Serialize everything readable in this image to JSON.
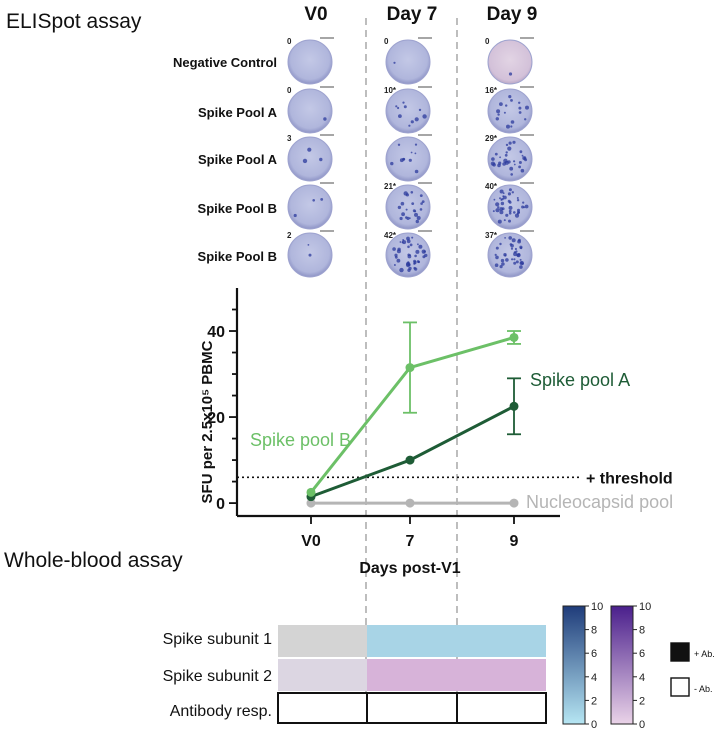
{
  "elispot": {
    "title": "ELISpot assay",
    "columns": [
      "V0",
      "Day 7",
      "Day 9"
    ],
    "rows": [
      {
        "label": "Negative Control",
        "counts": [
          "0",
          "0",
          "0"
        ]
      },
      {
        "label": "Spike Pool A",
        "counts": [
          "0",
          "10*",
          "16*"
        ]
      },
      {
        "label": "Spike Pool A",
        "counts": [
          "3",
          "",
          "29*"
        ]
      },
      {
        "label": "Spike Pool B",
        "counts": [
          "",
          "21*",
          "40*"
        ]
      },
      {
        "label": "Spike Pool B",
        "counts": [
          "2",
          "42*",
          "37*"
        ]
      }
    ]
  },
  "chart_data": {
    "type": "line",
    "x": [
      "V0",
      "7",
      "9"
    ],
    "xlabel": "Days post-V1",
    "ylabel": "SFU per 2.5x10⁵ PBMC",
    "ylim": [
      -3,
      50
    ],
    "yticks": [
      0,
      20,
      40
    ],
    "threshold": {
      "value": 6,
      "label": "+ threshold"
    },
    "series": [
      {
        "name": "Spike pool B",
        "color": "#6cc067",
        "values": [
          2.5,
          31.5,
          38.5
        ],
        "err_low": [
          2.5,
          21,
          37
        ],
        "err_high": [
          2.5,
          42,
          40
        ]
      },
      {
        "name": "Spike pool A",
        "color": "#1e5c36",
        "values": [
          1.5,
          10,
          22.5
        ],
        "err_low": [
          1.5,
          10,
          16
        ],
        "err_high": [
          1.5,
          10,
          29
        ]
      },
      {
        "name": "Nucleocapsid pool",
        "color": "#b5b5b5",
        "values": [
          0,
          0,
          0
        ]
      }
    ]
  },
  "wholeblood": {
    "title": "Whole-blood assay",
    "rows": [
      "Spike subunit 1",
      "Spike subunit 2",
      "Antibody resp."
    ],
    "colors": {
      "grey": "#d4d4d4",
      "blue": "#a8d4e6",
      "purple": "#d7b3d9"
    },
    "colorbar_ticks": [
      "10",
      "8",
      "6",
      "4",
      "2",
      "0"
    ],
    "legend": [
      {
        "label": "+ Ab.",
        "fill": "#111111"
      },
      {
        "label": "- Ab.",
        "fill": "#ffffff"
      }
    ]
  }
}
